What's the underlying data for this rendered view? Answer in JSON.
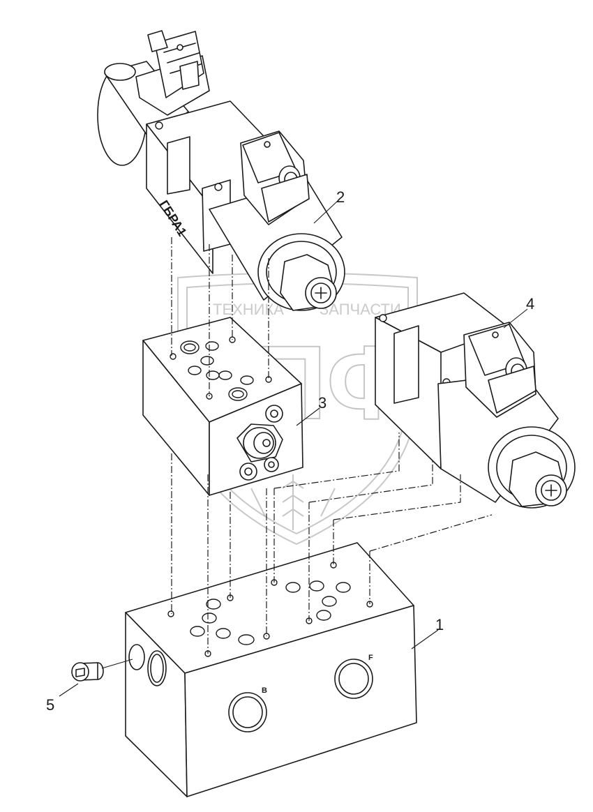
{
  "watermark": {
    "left_text": "ТЕХНИКА",
    "right_text": "ЗАПЧАСТИ",
    "logo_letters": "ЭПФ"
  },
  "callouts": [
    "1",
    "2",
    "3",
    "4",
    "5"
  ],
  "ports": {
    "b": "B",
    "f": "F"
  },
  "valve_marking": "ГБРА1"
}
